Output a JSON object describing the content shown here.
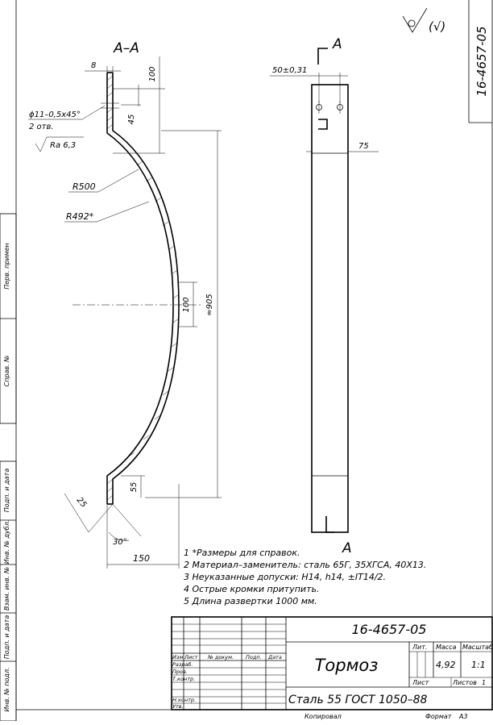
{
  "drawing": {
    "section_label": "A–A",
    "view_arrow_top": "A",
    "view_arrow_bottom": "A",
    "corner_code": "16-4657-05",
    "roughness_note": "(√)",
    "dims": {
      "d8": "8",
      "d100_top": "100",
      "d45": "45",
      "hole": "ϕ11–0,5х45°",
      "holes_count": "2 отв.",
      "ra": "Ra 6,3",
      "r500": "R500",
      "r492": "R492*",
      "d100_mid": "100",
      "d905": "≈905",
      "d55": "55",
      "d25": "25",
      "d30": "30°",
      "d150": "150",
      "d50": "50±0,31",
      "d75": "75"
    }
  },
  "notes": [
    "1  *Размеры для справок.",
    "2  Материал–заменитель: сталь 65Г, 35ХГСА, 40Х13.",
    "3  Неуказанные допуски: H14, h14, ±IT14/2.",
    "4  Острые кромки притупить.",
    "5  Длина развертки 1000 мм."
  ],
  "side_stamp": {
    "perv_primen": "Перв. примен",
    "sprav_no": "Справ. №",
    "podp_data_1": "Подп. и дата",
    "inv_dubl": "Инв. № дубл.",
    "vzam_inv": "Взам. инв. №",
    "podp_data_2": "Подп. и дата",
    "inv_podl": "Инв. № подл."
  },
  "title_block": {
    "doc_number": "16-4657-05",
    "name": "Тормоз",
    "material": "Сталь 55  ГОСТ 1050–88",
    "col_izm": "Изм",
    "col_list": "Лист",
    "col_doc": "№ докум.",
    "col_sign": "Подп.",
    "col_date": "Дата",
    "row_razrab": "Разраб.",
    "row_prov": "Пров.",
    "row_tkontr": "Т.контр.",
    "row_nkontr": "Н.контр.",
    "row_utv": "Утв.",
    "lit_label": "Лит.",
    "mass_label": "Масса",
    "scale_label": "Масштаб",
    "mass_value": "4,92",
    "scale_value": "1:1",
    "sheet_label": "Лист",
    "sheets_label": "Листов",
    "sheets_value": "1"
  },
  "footer": {
    "copied": "Копировал",
    "format_label": "Формат",
    "format_value": "А3"
  }
}
